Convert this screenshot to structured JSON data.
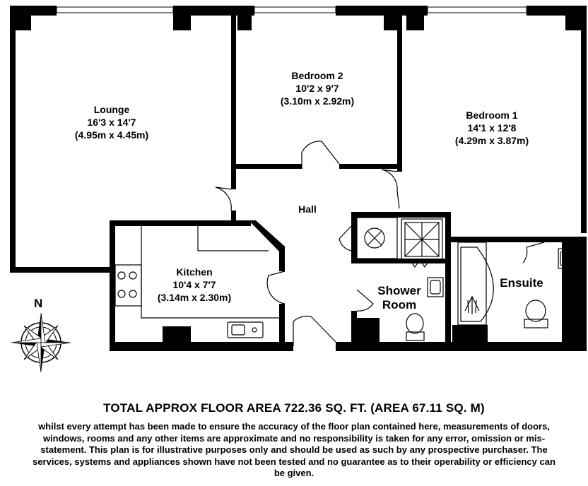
{
  "rooms": {
    "lounge": {
      "name": "Lounge",
      "imperial": "16'3 x 14'7",
      "metric": "(4.95m x 4.45m)"
    },
    "bedroom2": {
      "name": "Bedroom 2",
      "imperial": "10'2 x 9'7",
      "metric": "(3.10m x 2.92m)"
    },
    "bedroom1": {
      "name": "Bedroom 1",
      "imperial": "14'1 x 12'8",
      "metric": "(4.29m x 3.87m)"
    },
    "hall": {
      "name": "Hall"
    },
    "kitchen": {
      "name": "Kitchen",
      "imperial": "10'4 x 7'7",
      "metric": "(3.14m x 2.30m)"
    },
    "shower": {
      "name_line1": "Shower",
      "name_line2": "Room"
    },
    "ensuite": {
      "name": "Ensuite"
    }
  },
  "compass": {
    "label": "N",
    "icon": "compass-rose-icon"
  },
  "footer": {
    "title": "TOTAL APPROX FLOOR AREA 722.36 SQ. FT. (AREA 67.11 SQ. M)",
    "disclaimer": "whilst every attempt has been made to ensure the accuracy of the floor plan contained here, measurements of doors, windows, rooms and any other items are approximate and no responsibility is taken for any error, omission or mis-statement. This plan is for illustrative purposes only and should be used as such by any prospective purchaser. The services, systems and appliances shown have not been tested and no guarantee as to their operability or efficiency can be given."
  }
}
